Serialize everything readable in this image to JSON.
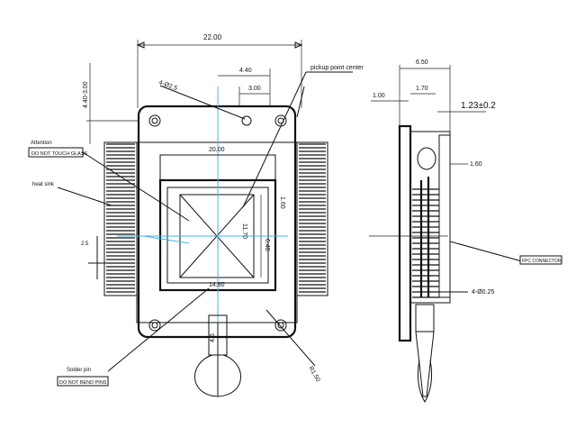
{
  "drawing": {
    "overall_width": "22.00",
    "hole_dia": "4-Ø2.5",
    "dim_top_a": "4.40",
    "dim_top_b": "3.00",
    "pick_label": "pickup point center",
    "left_vertical_dim": "4.40-3.00",
    "dim_body": "20.00",
    "dim_right_inner": "1.60",
    "dim_center": "11.70",
    "dim_window": "6.40",
    "dim_bottom": "14.80",
    "dim_tab": "4.5",
    "corner_radius": "R1.50",
    "left_tag_1": "Attention",
    "left_tag_1_box": "DO NOT TOUCH GLASS",
    "left_tag_2": "heat sink",
    "left_tag_3": "Solder pin",
    "left_tag_3_box": "DO NOT BEND PINS",
    "side_top_total": "6.50",
    "side_top_a": "1.00",
    "side_top_b": "1.70",
    "side_tolerance": "1.23±0.2",
    "side_dim_r": "1.60",
    "side_callout_box": "FPC CONNECTOR",
    "side_bottom_dim": "4-Ø0.25"
  }
}
